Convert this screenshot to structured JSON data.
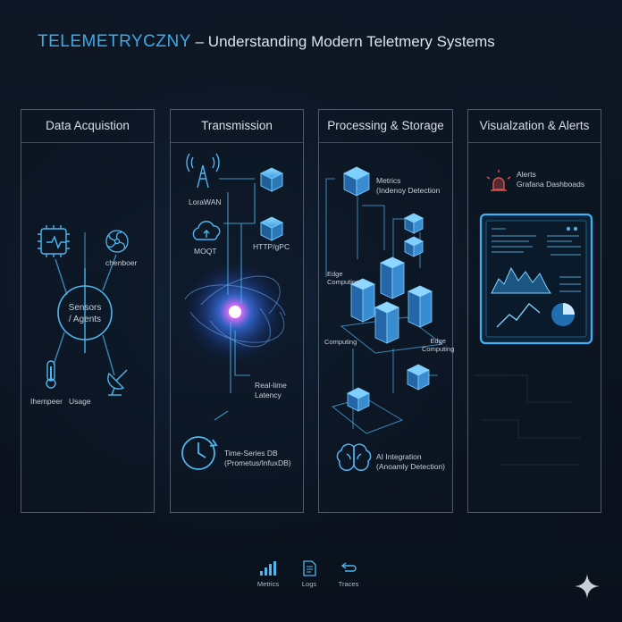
{
  "title": {
    "brand": "TELEMETRYCZNY",
    "rest": " – Understanding Modern Teletmery Systems"
  },
  "columns": [
    {
      "heading": "Data Acquistion"
    },
    {
      "heading": "Transmission"
    },
    {
      "heading": "Processing & Storage"
    },
    {
      "heading": "Visualzation & Alerts"
    }
  ],
  "acquisition": {
    "hub": [
      "Sensors",
      "/ Agents"
    ],
    "fan_label": "chenboer",
    "temp_label": "Ihempeer",
    "usage_label": "Usage"
  },
  "transmission": {
    "lorawan": "LoraWAN",
    "mqtt": "MOQT",
    "http": "HTTP/gPC",
    "realtime": [
      "Real-lime",
      "Latency"
    ],
    "tsdb": [
      "Time-Series DB",
      "(Prometus/InfuxDB)"
    ]
  },
  "processing": {
    "metrics": [
      "Metrics",
      "(Indenoy Detection"
    ],
    "edge_left": [
      "Edge",
      "Computing"
    ],
    "computing": "Computing",
    "edge_right": [
      "Edge",
      "Computing"
    ],
    "ai": [
      "AI Integration",
      "(Anoamly Detection)"
    ]
  },
  "alerts": {
    "alerts": "Alerts",
    "grafana": "Grafana Dashboads"
  },
  "bottom": [
    {
      "icon": "bar-chart-icon",
      "label": "Metrics"
    },
    {
      "icon": "document-icon",
      "label": "Logs"
    },
    {
      "icon": "traces-icon",
      "label": "Traces"
    }
  ],
  "colors": {
    "accent": "#3fa9e8",
    "alert": "#e0504a",
    "panel_border": "#4b5b6c",
    "background": "#0b1320"
  }
}
